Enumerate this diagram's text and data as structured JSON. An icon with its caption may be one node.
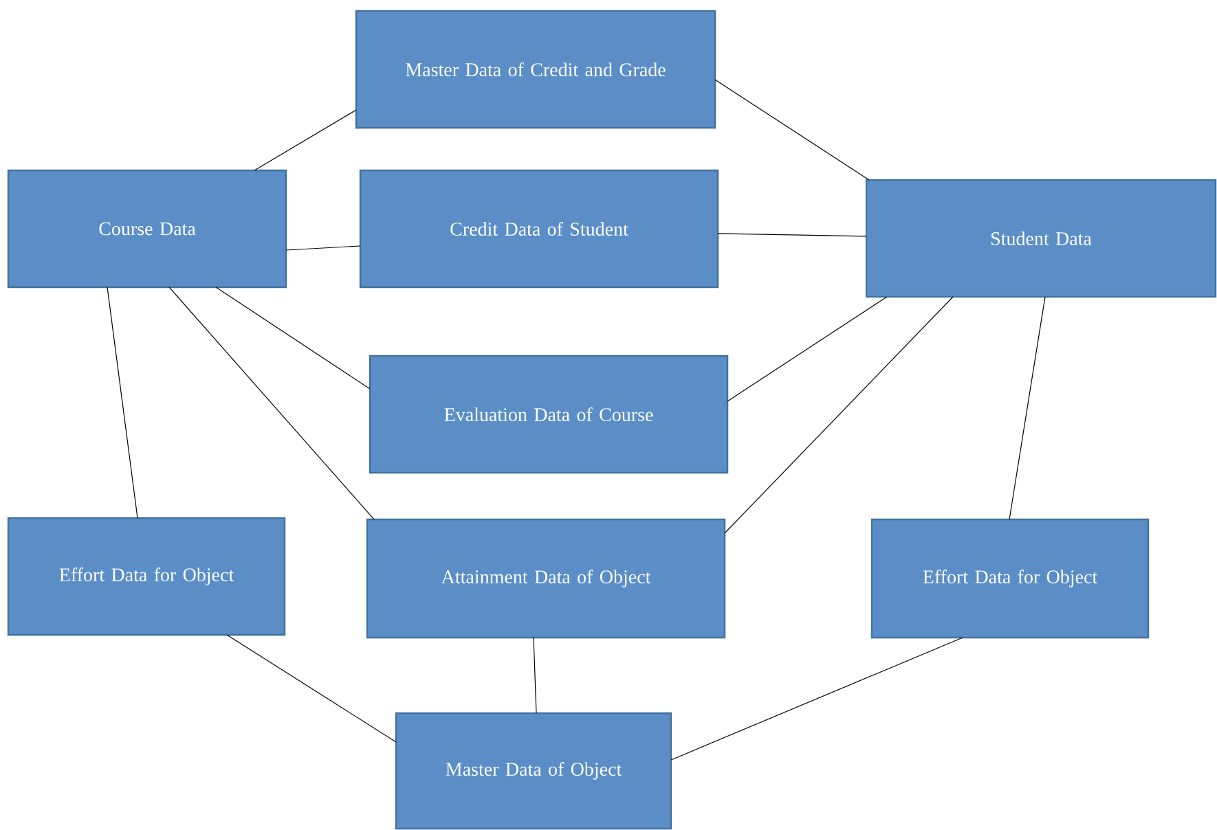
{
  "diagram": {
    "nodes": [
      {
        "text": [
          "Master Data of Credit and Grade"
        ]
      },
      {
        "text": [
          "Course Data"
        ]
      },
      {
        "text": [
          "Credit Data of Student"
        ]
      },
      {
        "text": [
          "Student Data"
        ]
      },
      {
        "text": [
          "Evaluation Data of Course"
        ]
      },
      {
        "text": [
          "Effort Data for Object"
        ]
      },
      {
        "text": [
          "Attainment Data of Object"
        ]
      },
      {
        "text": [
          "Effort Data for Object"
        ]
      },
      {
        "text": [
          "Master Data of Object"
        ]
      }
    ],
    "edges": [
      {
        "from": 0,
        "to": 1,
        "arrow": "none"
      },
      {
        "from": 0,
        "to": 3,
        "arrow": "none"
      },
      {
        "from": 1,
        "to": 2,
        "arrow": "none"
      },
      {
        "from": 2,
        "to": 3,
        "arrow": "none"
      },
      {
        "from": 1,
        "to": 4,
        "arrow": "none"
      },
      {
        "from": 3,
        "to": 4,
        "arrow": "none"
      },
      {
        "from": 1,
        "to": 6,
        "arrow": "none"
      },
      {
        "from": 3,
        "to": 6,
        "arrow": "none"
      },
      {
        "from": 1,
        "to": 5,
        "arrow": "none"
      },
      {
        "from": 3,
        "to": 7,
        "arrow": "none"
      },
      {
        "from": 6,
        "to": 8,
        "arrow": "none"
      },
      {
        "from": 5,
        "to": 8,
        "arrow": "none"
      },
      {
        "from": 7,
        "to": 8,
        "arrow": "none"
      }
    ]
  }
}
